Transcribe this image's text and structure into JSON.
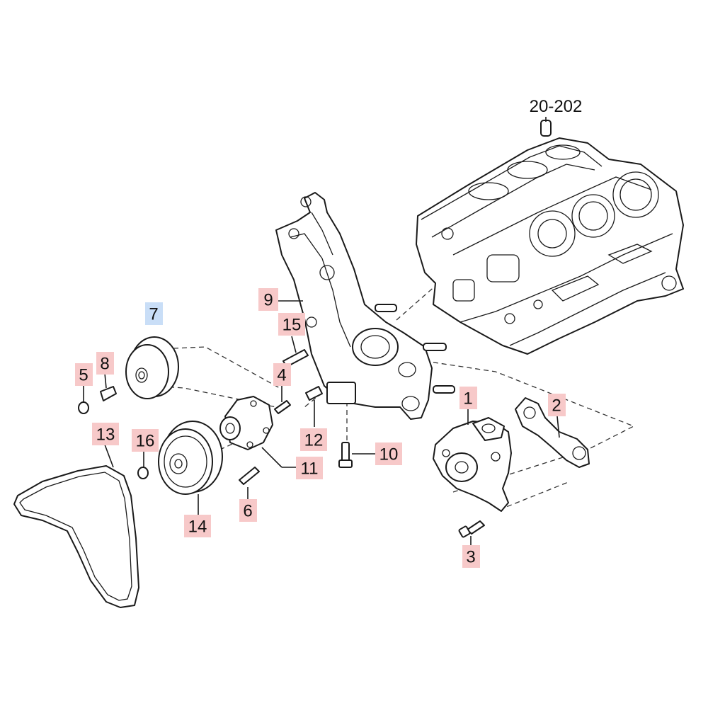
{
  "reference_label": "20-202",
  "colors": {
    "callout_default": "#f7c9c9",
    "callout_selected": "#c9def7",
    "line": "#1a1a1a"
  },
  "callouts": [
    {
      "id": "1",
      "label": "1",
      "selected": false
    },
    {
      "id": "2",
      "label": "2",
      "selected": false
    },
    {
      "id": "3",
      "label": "3",
      "selected": false
    },
    {
      "id": "4",
      "label": "4",
      "selected": false
    },
    {
      "id": "5",
      "label": "5",
      "selected": false
    },
    {
      "id": "6",
      "label": "6",
      "selected": false
    },
    {
      "id": "7",
      "label": "7",
      "selected": true
    },
    {
      "id": "8",
      "label": "8",
      "selected": false
    },
    {
      "id": "9",
      "label": "9",
      "selected": false
    },
    {
      "id": "10",
      "label": "10",
      "selected": false
    },
    {
      "id": "11",
      "label": "11",
      "selected": false
    },
    {
      "id": "12",
      "label": "12",
      "selected": false
    },
    {
      "id": "13",
      "label": "13",
      "selected": false
    },
    {
      "id": "14",
      "label": "14",
      "selected": false
    },
    {
      "id": "15",
      "label": "15",
      "selected": false
    },
    {
      "id": "16",
      "label": "16",
      "selected": false
    }
  ]
}
